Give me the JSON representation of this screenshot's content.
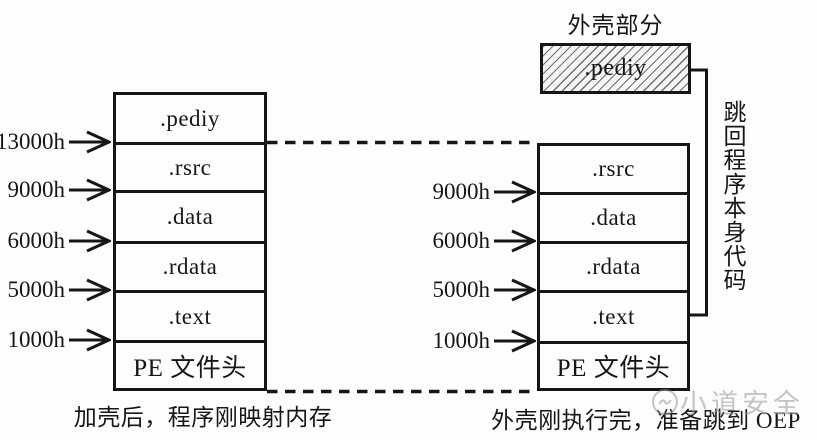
{
  "left": {
    "sections": [
      ".pediy",
      ".rsrc",
      ".data",
      ".rdata",
      ".text",
      "PE 文件头"
    ],
    "addresses": [
      "13000h",
      "9000h",
      "6000h",
      "5000h",
      "1000h"
    ],
    "caption": "加壳后，程序刚映射内存"
  },
  "right": {
    "shell_title": "外壳部分",
    "shell_section": ".pediy",
    "sections": [
      ".rsrc",
      ".data",
      ".rdata",
      ".text",
      "PE 文件头"
    ],
    "addresses": [
      "9000h",
      "6000h",
      "5000h",
      "1000h"
    ],
    "caption": "外壳刚执行完，准备跳到 OEP",
    "jump_label": "跳回程序本身代码"
  },
  "watermark": {
    "text": "小道安全"
  },
  "colors": {
    "line": "#161616",
    "background": "#fdfdfd",
    "watermark": "#969696"
  }
}
